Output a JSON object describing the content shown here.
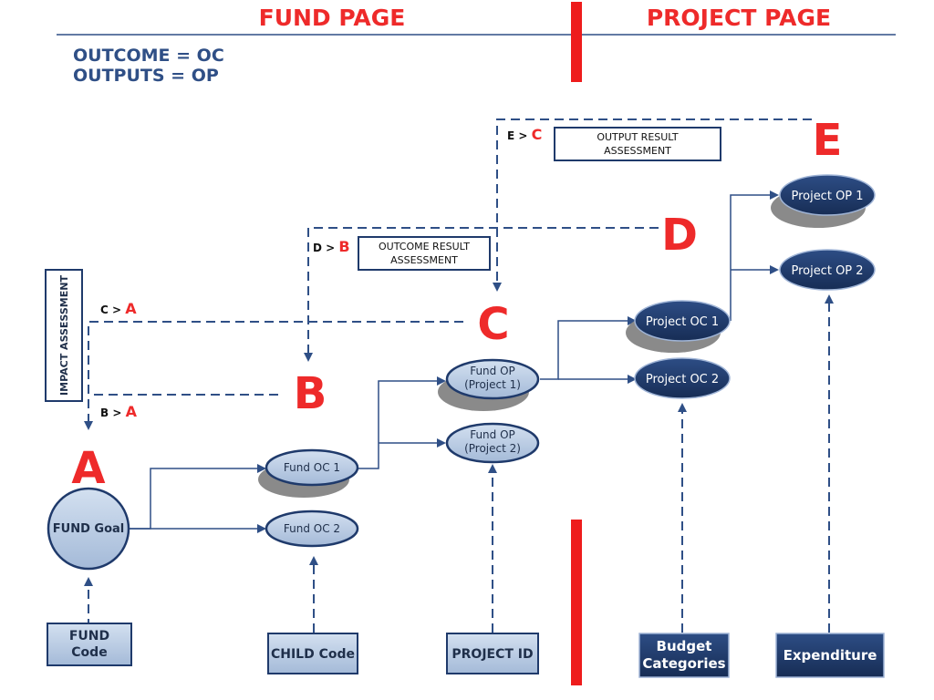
{
  "header": {
    "fund_page": "FUND PAGE",
    "project_page": "PROJECT PAGE",
    "legend_outcome": "OUTCOME = OC",
    "legend_outputs": "OUTPUTS = OP"
  },
  "letters": {
    "a": "A",
    "b": "B",
    "c": "C",
    "d": "D",
    "e": "E"
  },
  "assessments": {
    "impact": "IMPACT ASSESSMENT",
    "outcome_line1": "OUTCOME RESULT",
    "outcome_line2": "ASSESSMENT",
    "output_line1": "OUTPUT RESULT",
    "output_line2": "ASSESSMENT"
  },
  "relations": {
    "c_a": {
      "prefix": "C",
      "sep": ">",
      "target": "A"
    },
    "b_a": {
      "prefix": "B",
      "sep": ">",
      "target": "A"
    },
    "d_b": {
      "prefix": "D",
      "sep": ">",
      "target": "B"
    },
    "e_c": {
      "prefix": "E",
      "sep": ">",
      "target": "C"
    }
  },
  "nodes": {
    "fund_goal": "FUND Goal",
    "fund_oc1": "Fund OC 1",
    "fund_oc2": "Fund OC 2",
    "fund_op1_line1": "Fund OP",
    "fund_op1_line2": "(Project 1)",
    "fund_op2_line1": "Fund OP",
    "fund_op2_line2": "(Project 2)",
    "project_oc1": "Project OC 1",
    "project_oc2": "Project OC 2",
    "project_op1": "Project OP 1",
    "project_op2": "Project OP 2"
  },
  "sources": {
    "fund_code_line1": "FUND",
    "fund_code_line2": "Code",
    "child_code": "CHILD Code",
    "project_id": "PROJECT ID",
    "budget_line1": "Budget",
    "budget_line2": "Categories",
    "expenditure": "Expenditure"
  },
  "colors": {
    "header_red": "#ee2a2a",
    "navy": "#2f4f86",
    "light_node": "#b7c9e2",
    "dark_node": "#1f3a6b",
    "line": "#2f4f86"
  }
}
